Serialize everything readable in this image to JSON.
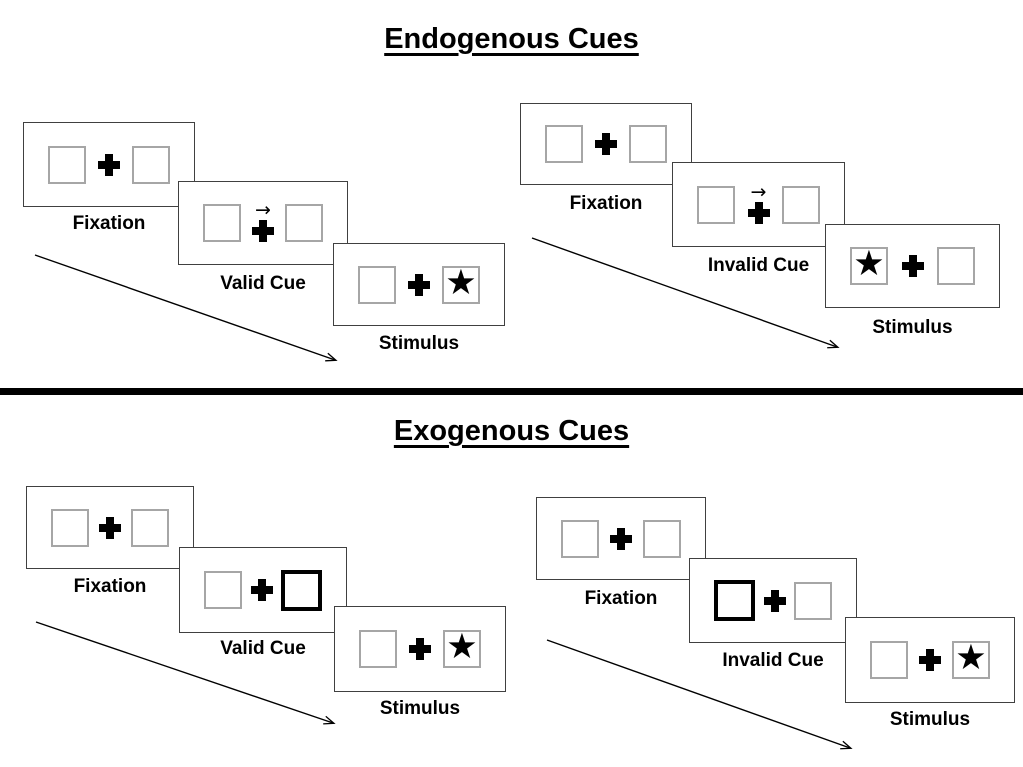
{
  "page": {
    "background": "#ffffff",
    "ink_color": "#000000",
    "divider_color": "#000000",
    "card_border_color": "#404040",
    "box_border_color": "#a6a6a6"
  },
  "icons": {
    "star": "★",
    "cue_arrow_right": "→",
    "fixation_cross": "+"
  },
  "sections": [
    {
      "title": "Endogenous Cues",
      "trials": [
        {
          "type": "valid",
          "cue_symbol": "central-arrow-right",
          "stimulus_side": "right",
          "frames": [
            {
              "label": "Fixation"
            },
            {
              "label": "Valid Cue"
            },
            {
              "label": "Stimulus"
            }
          ]
        },
        {
          "type": "invalid",
          "cue_symbol": "central-arrow-right",
          "stimulus_side": "left",
          "frames": [
            {
              "label": "Fixation"
            },
            {
              "label": "Invalid Cue"
            },
            {
              "label": "Stimulus"
            }
          ]
        }
      ]
    },
    {
      "title": "Exogenous Cues",
      "trials": [
        {
          "type": "valid",
          "cue_symbol": "highlighted-box-right",
          "stimulus_side": "right",
          "frames": [
            {
              "label": "Fixation"
            },
            {
              "label": "Valid Cue"
            },
            {
              "label": "Stimulus"
            }
          ]
        },
        {
          "type": "invalid",
          "cue_symbol": "highlighted-box-left",
          "stimulus_side": "right",
          "frames": [
            {
              "label": "Fixation"
            },
            {
              "label": "Invalid Cue"
            },
            {
              "label": "Stimulus"
            }
          ]
        }
      ]
    }
  ]
}
